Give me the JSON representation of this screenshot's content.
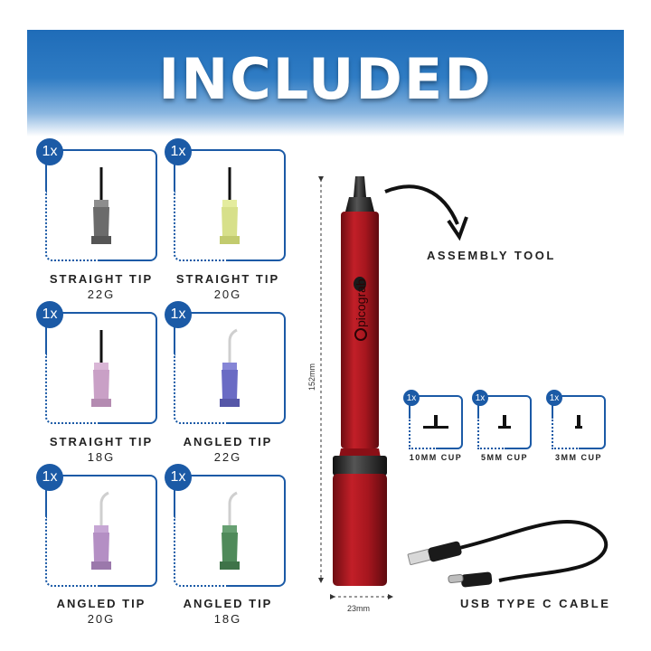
{
  "title": "INCLUDED",
  "colors": {
    "brand_blue": "#1b5aa6",
    "banner_blue": "#2f7cc4",
    "tool_red": "#b11a22"
  },
  "tips": [
    {
      "qty": "1x",
      "name": "STRAIGHT TIP",
      "gauge": "22G",
      "hub_color": "#6b6b6b",
      "shape": "straight"
    },
    {
      "qty": "1x",
      "name": "STRAIGHT TIP",
      "gauge": "20G",
      "hub_color": "#d7e08a",
      "shape": "straight"
    },
    {
      "qty": "1x",
      "name": "STRAIGHT TIP",
      "gauge": "18G",
      "hub_color": "#c9a0c6",
      "shape": "straight"
    },
    {
      "qty": "1x",
      "name": "ANGLED TIP",
      "gauge": "22G",
      "hub_color": "#6a6bc4",
      "shape": "angled"
    },
    {
      "qty": "1x",
      "name": "ANGLED TIP",
      "gauge": "20G",
      "hub_color": "#b48fc4",
      "shape": "angled"
    },
    {
      "qty": "1x",
      "name": "ANGLED TIP",
      "gauge": "18G",
      "hub_color": "#4f8a5a",
      "shape": "angled"
    }
  ],
  "tool": {
    "label": "ASSEMBLY TOOL",
    "brand": "picograb",
    "height_label": "152mm",
    "width_label": "23mm"
  },
  "cups": [
    {
      "qty": "1x",
      "label": "10MM CUP"
    },
    {
      "qty": "1x",
      "label": "5MM CUP"
    },
    {
      "qty": "1x",
      "label": "3MM CUP"
    }
  ],
  "cable": {
    "label": "USB TYPE C CABLE"
  }
}
